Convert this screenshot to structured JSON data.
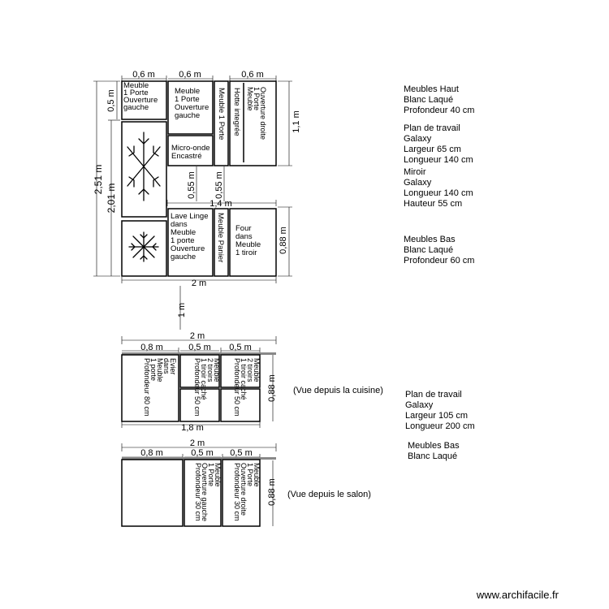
{
  "labels": {
    "mh_ouv_left": [
      "Meuble",
      "1 Porte",
      "Ouverture",
      "gauche"
    ],
    "mh_ouv_left2": [
      "Meuble",
      "1 Porte",
      "Ouverture",
      "gauche"
    ],
    "mh_porte": "Meuble 1 Porte",
    "hotte": "Hotte integrée",
    "mh_ouv_right": [
      "Meuble",
      "1 Porte",
      "Ouverture droite"
    ],
    "microonde": [
      "Micro-onde",
      "Encastré"
    ],
    "lave_linge": [
      "Lave Linge",
      "dans",
      "Meuble",
      "1 porte",
      "Ouverture",
      "gauche"
    ],
    "panier": "Meuble Panier",
    "four": [
      "Four",
      "dans",
      "Meuble",
      "1 tiroir"
    ],
    "evier": [
      "Evier",
      "dans",
      "Meuble",
      "1 porte",
      "Profondeur 80 cm"
    ],
    "tiroirs_a": [
      "Meuble",
      "2 tiroirs",
      "1 tiroir caché",
      "Profondeur 50 cm"
    ],
    "tiroirs_b": [
      "Meuble",
      "2 tiroirs",
      "1 tiroir caché",
      "Profondeur 50 cm"
    ],
    "salon_left": [
      "Meuble",
      "1 Porte",
      "Ouverture gauche",
      "Profondeur 30 cm"
    ],
    "salon_right": [
      "Meuble",
      "1 Porte",
      "Ouverture droite",
      "Profondeur 30 cm"
    ]
  },
  "dimensions": {
    "w06a": "0,6 m",
    "w06b": "0,6 m",
    "w06c": "0,6 m",
    "h05": "0,5 m",
    "h11": "1,1 m",
    "h251": "2,51 m",
    "h201": "2,01 m",
    "h055a": "0,55 m",
    "h055b": "0,55 m",
    "w14": "1,4 m",
    "h088a": "0,88 m",
    "w2a": "2 m",
    "v1": "1 m",
    "w2b": "2 m",
    "w08a": "0,8 m",
    "w05a": "0,5 m",
    "w05b": "0,5 m",
    "h088b": "0,88 m",
    "w18": "1,8 m",
    "w2c": "2 m",
    "w08b": "0,8 m",
    "w05c": "0,5 m",
    "w05d": "0,5 m",
    "h088c": "0,88 m"
  },
  "views": {
    "cuisine": "(Vue depuis la cuisine)",
    "salon": "(Vue depuis le salon)"
  },
  "notes": {
    "meubles_haut": [
      "Meubles Haut",
      "Blanc Laqué",
      "Profondeur 40 cm"
    ],
    "plan_travail_1": [
      "Plan de travail",
      "Galaxy",
      "Largeur 65 cm",
      "Longueur 140 cm"
    ],
    "miroir": [
      "Miroir",
      "Galaxy",
      "Longueur 140 cm",
      "Hauteur 55 cm"
    ],
    "meubles_bas_1": [
      "Meubles Bas",
      "Blanc Laqué",
      "Profondeur 60 cm"
    ],
    "plan_travail_2": [
      "Plan de travail",
      "Galaxy",
      "Largeur 105 cm",
      "Longueur 200 cm"
    ],
    "meubles_bas_2": [
      "Meubles Bas",
      "Blanc Laqué"
    ]
  },
  "watermark": "www.archifacile.fr",
  "icons": {
    "freezer": "snowflake-icon",
    "fridge": "snowflake-icon"
  }
}
